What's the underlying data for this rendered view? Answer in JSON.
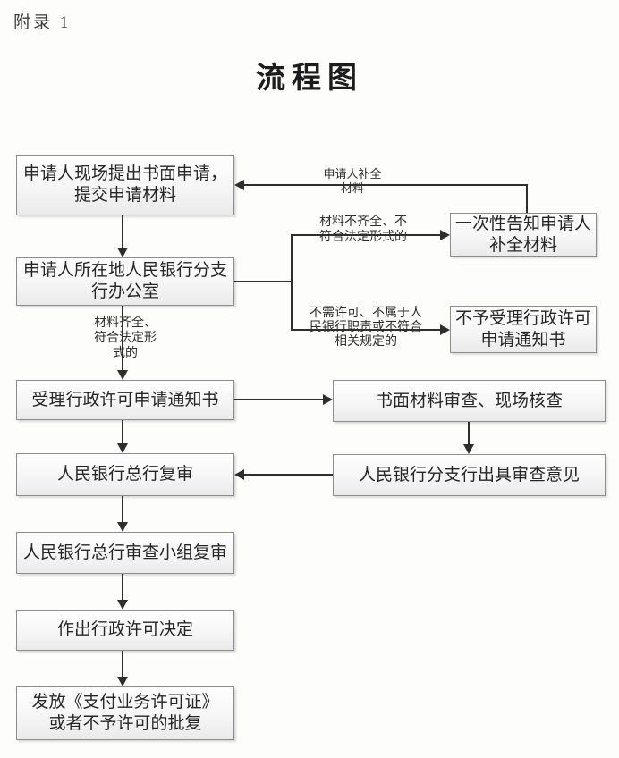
{
  "page": {
    "appendix": "附录 1",
    "title": "流程图"
  },
  "nodes": {
    "apply": {
      "label": "申请人现场提出书面申请，\n提交申请材料"
    },
    "office": {
      "label": "申请人所在地人民银行分支\n行办公室"
    },
    "accept_notice": {
      "label": "受理行政许可申请通知书"
    },
    "hq_review": {
      "label": "人民银行总行复审"
    },
    "hq_panel_review": {
      "label": "人民银行总行审查小组复审"
    },
    "decision": {
      "label": "作出行政许可决定"
    },
    "issue_license": {
      "label": "发放《支付业务许可证》\n或者不予许可的批复"
    },
    "notify_supplement": {
      "label": "一次性告知申请人\n补全材料"
    },
    "reject_notice": {
      "label": "不予受理行政许可\n申请通知书"
    },
    "review_check": {
      "label": "书面材料审查、现场核查"
    },
    "branch_opinion": {
      "label": "人民银行分支行出具审查意见"
    }
  },
  "edge_labels": {
    "supplement": "申请人补全\n材料",
    "incomplete": "材料不齐全、不\n符合法定形式的",
    "not_required": "不需许可、不属于人\n民银行职责或不符合\n相关规定的",
    "complete": "材料齐全、\n符合法定形\n式的"
  },
  "colors": {
    "line": "#2e2e2e",
    "node_border": "#8d8d8d",
    "node_fill_top": "#fefefe",
    "node_fill_bottom": "#eaeaea",
    "background": "#fdfdfc"
  }
}
